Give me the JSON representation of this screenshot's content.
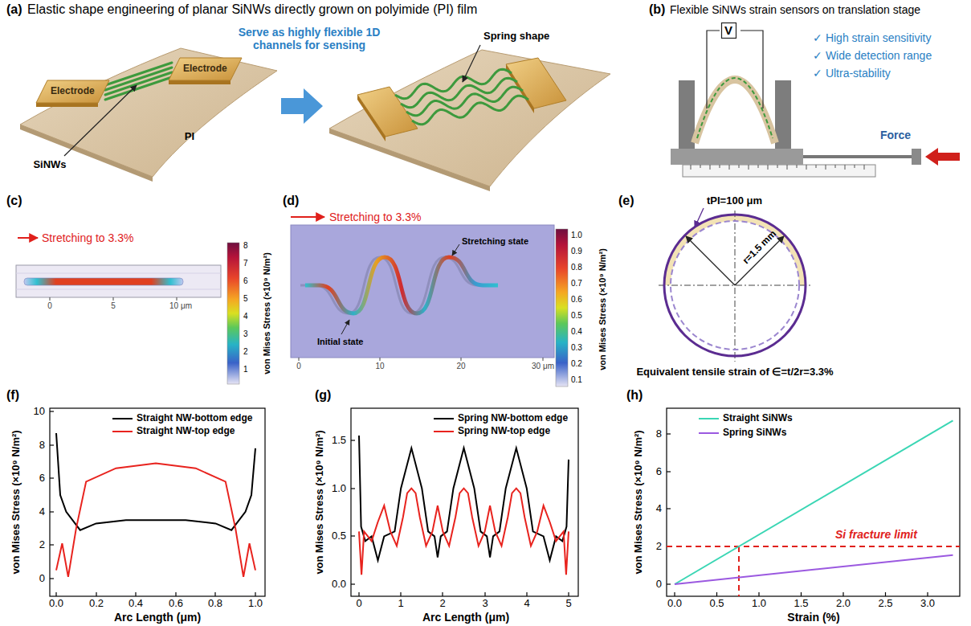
{
  "diagram": {
    "nodes": [
      {
        "text": [
          "Electrode"
        ]
      },
      {
        "text": [
          "Electrode"
        ]
      },
      {
        "text": [
          "V"
        ]
      }
    ],
    "labels": [
      "(a)",
      "Elastic shape engineering of planar SiNWs directly grown on polyimide (PI) film",
      "(b)",
      "Flexible SiNWs strain sensors on translation stage",
      "Serve as highly flexible 1D channels for sensing",
      "Spring shape",
      "SiNWs",
      "PI",
      "✓ High strain sensitivity",
      "✓ Wide detection range",
      "✓ Ultra-stability",
      "Force",
      "(c)",
      "Stretching to 3.3%",
      "0",
      "5",
      "10 μm",
      "8",
      "7",
      "6",
      "5",
      "4",
      "3",
      "2",
      "1",
      "von Mises Stress (×10⁹ N/m²)",
      "(d)",
      "Stretching to 3.3%",
      "Stretching state",
      "Initial state",
      "0",
      "10",
      "20",
      "30 μm",
      "1.0",
      "0.9",
      "0.8",
      "0.7",
      "0.6",
      "0.5",
      "0.4",
      "0.3",
      "0.2",
      "0.1",
      "von Mises Stress (×10⁹ N/m²)",
      "(e)",
      "tPI=100 μm",
      "r=1.5 mm",
      "Equivalent tensile strain of ∈=t/2r=3.3%",
      "(f)",
      "0",
      "2",
      "4",
      "6",
      "8",
      "10",
      "0.0",
      "0.2",
      "0.4",
      "0.6",
      "0.8",
      "1.0",
      "von Mises Stress (×10⁹ N/m²)",
      "Arc Length (μm)",
      "(g)",
      "0.0",
      "0.5",
      "1.0",
      "1.5",
      "0",
      "1",
      "2",
      "3",
      "4",
      "5",
      "von Mises Stress (×10⁹ N/m²)",
      "Arc Length (μm)",
      "(h)",
      "0",
      "2",
      "4",
      "6",
      "8",
      "0.0",
      "0.5",
      "1.0",
      "1.5",
      "2.0",
      "2.5",
      "3.0",
      "von Mises Stress (×10⁹ N/m²)",
      "Strain (%)",
      "Si fracture limit"
    ],
    "legend": [
      {
        "text": "Straight NW-bottom edge"
      },
      {
        "text": "Straight NW-top edge"
      },
      {
        "text": "Spring NW-bottom edge"
      },
      {
        "text": "Spring NW-top edge"
      },
      {
        "text": "Straight SiNWs"
      },
      {
        "text": "Spring SiNWs"
      }
    ]
  }
}
